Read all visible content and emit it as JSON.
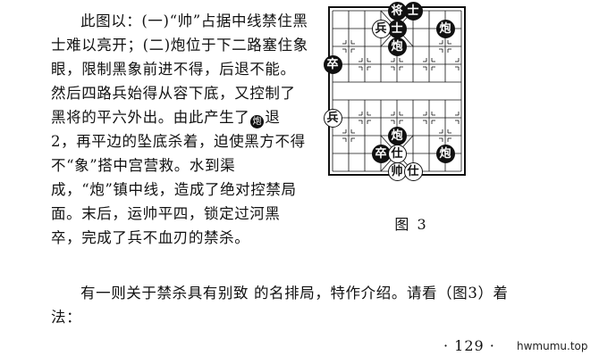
{
  "main_text": {
    "part1": "此图以：(一)“帅”占据中线禁住黑士难以亮开；(二)炮位于下二路塞住象眼，限制黑象前进不得，后退不能。然后四路兵始得从容下底，又控制了黑将的平六外出。由此产生了",
    "inline_piece": "炮",
    "part2": "退 2，再平边的坠底杀着，迫使黑方不得不“象”搭中宫营救。水到渠成，“炮”镇中线，造成了绝对控禁局面。末后，运帅平四，锁定过河黑卒，完成了兵不血刃的禁杀。"
  },
  "bottom_text": "有一则关于禁杀具有别致 的名排局，特作介绍。请看（图3）着法：",
  "figure_caption": "图 3",
  "page_number": "· 129 ·",
  "watermark": "hwmumu.top",
  "board": {
    "files": 9,
    "ranks": 10,
    "pieces": [
      {
        "label": "将",
        "color": "black",
        "file": 4,
        "rank": 0
      },
      {
        "label": "士",
        "color": "black",
        "file": 5,
        "rank": 0
      },
      {
        "label": "士",
        "color": "black",
        "file": 4,
        "rank": 1
      },
      {
        "label": "兵",
        "color": "red",
        "file": 3,
        "rank": 1
      },
      {
        "label": "炮",
        "color": "black",
        "file": 7,
        "rank": 1
      },
      {
        "label": "炮",
        "color": "black",
        "file": 4,
        "rank": 2
      },
      {
        "label": "卒",
        "color": "black",
        "file": 0,
        "rank": 3
      },
      {
        "label": "兵",
        "color": "red",
        "file": 0,
        "rank": 6
      },
      {
        "label": "炮",
        "color": "black",
        "file": 4,
        "rank": 7
      },
      {
        "label": "卒",
        "color": "black",
        "file": 3,
        "rank": 8
      },
      {
        "label": "仕",
        "color": "red",
        "file": 4,
        "rank": 8
      },
      {
        "label": "炮",
        "color": "black",
        "file": 7,
        "rank": 8
      },
      {
        "label": "帅",
        "color": "red",
        "file": 4,
        "rank": 9
      },
      {
        "label": "仕",
        "color": "red",
        "file": 5,
        "rank": 9
      }
    ]
  }
}
